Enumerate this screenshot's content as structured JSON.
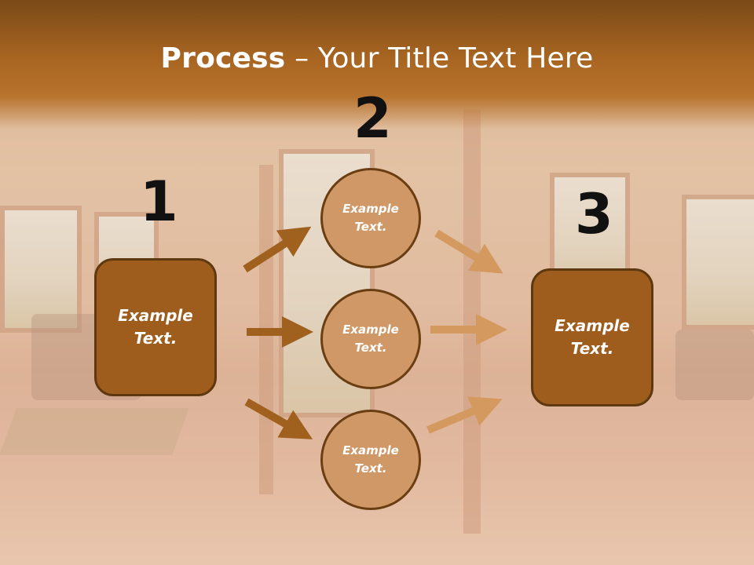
{
  "title": {
    "bold": "Process",
    "rest": " – Your Title Text Here"
  },
  "steps": {
    "one": "1",
    "two": "2",
    "three": "3"
  },
  "left_box": {
    "label": "Example\nText."
  },
  "circles": [
    {
      "label": "Example\nText."
    },
    {
      "label": "Example\nText."
    },
    {
      "label": "Example\nText."
    }
  ],
  "right_box": {
    "label": "Example\nText."
  },
  "colors": {
    "dark_arrow": "#a0601e",
    "light_arrow": "#d4995e",
    "box": "#9e5c1d",
    "circle": "#cf9866",
    "title_band": "#a86521"
  }
}
